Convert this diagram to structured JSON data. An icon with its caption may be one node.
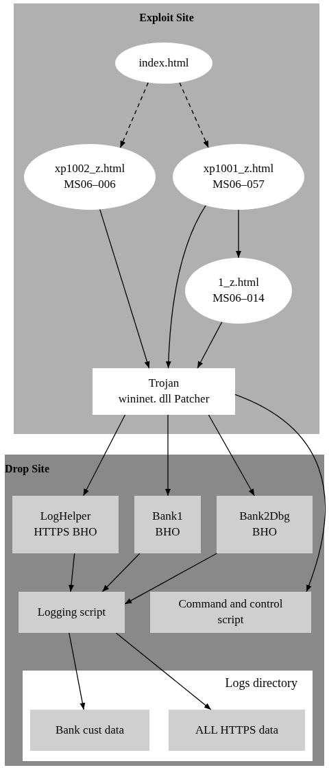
{
  "diagram": {
    "nodes": [
      {
        "text": [
          "Exploit Site"
        ]
      },
      {
        "text": [
          "index.html"
        ],
        "in": 0
      },
      {
        "text": [
          "xp1002_z.html MS06–006"
        ],
        "in": 0
      },
      {
        "text": [
          "xp1001_z.html MS06–057"
        ],
        "in": 0
      },
      {
        "text": [
          "1_z.html MS06–014"
        ],
        "in": 0
      },
      {
        "text": [
          "Trojan",
          "wininet. dll Patcher"
        ],
        "in": 0
      },
      {
        "text": [
          "Drop Site"
        ]
      },
      {
        "text": [
          "LogHelper HTTPS BHO"
        ],
        "in": 6
      },
      {
        "text": [
          "Bank1 BHO"
        ],
        "in": 6
      },
      {
        "text": [
          "Bank2Dbg BHO"
        ],
        "in": 6
      },
      {
        "text": [
          "Logging script"
        ],
        "in": 6
      },
      {
        "text": [
          "Command and control script"
        ],
        "in": 6
      },
      {
        "text": [
          "Logs directory"
        ],
        "in": 6
      },
      {
        "text": [
          "Bank cust data"
        ],
        "in": 12
      },
      {
        "text": [
          "ALL HTTPS data"
        ],
        "in": 12
      }
    ],
    "edges": [
      {
        "from": 1,
        "to": 2,
        "arrow": "to",
        "style": "dashed"
      },
      {
        "from": 1,
        "to": 3,
        "arrow": "to",
        "style": "dashed"
      },
      {
        "from": 2,
        "to": 5,
        "arrow": "to"
      },
      {
        "from": 3,
        "to": 5,
        "arrow": "to"
      },
      {
        "from": 3,
        "to": 4,
        "arrow": "to"
      },
      {
        "from": 4,
        "to": 5,
        "arrow": "to"
      },
      {
        "from": 5,
        "to": 7,
        "arrow": "to"
      },
      {
        "from": 5,
        "to": 8,
        "arrow": "to"
      },
      {
        "from": 5,
        "to": 9,
        "arrow": "to"
      },
      {
        "from": 5,
        "to": 11,
        "arrow": "to"
      },
      {
        "from": 7,
        "to": 10,
        "arrow": "to"
      },
      {
        "from": 8,
        "to": 10,
        "arrow": "to"
      },
      {
        "from": 9,
        "to": 10,
        "arrow": "to"
      },
      {
        "from": 10,
        "to": 13,
        "arrow": "to"
      },
      {
        "from": 10,
        "to": 14,
        "arrow": "to"
      }
    ]
  }
}
